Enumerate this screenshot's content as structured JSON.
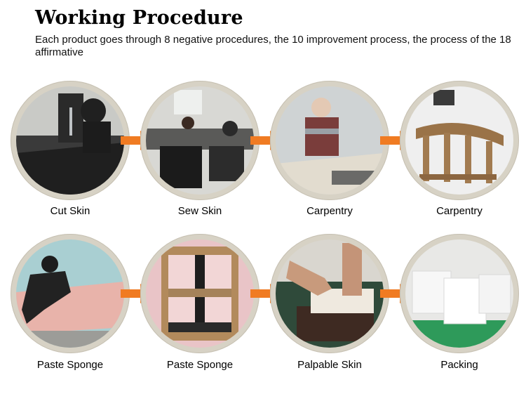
{
  "title": "Working Procedure",
  "subtitle": "Each product goes through 8 negative procedures, the 10 improvement process, the process of the 18 affirmative",
  "steps": [
    {
      "label": "Cut Skin"
    },
    {
      "label": "Sew Skin"
    },
    {
      "label": "Carpentry"
    },
    {
      "label": "Carpentry"
    },
    {
      "label": "Paste Sponge"
    },
    {
      "label": "Paste Sponge"
    },
    {
      "label": "Palpable Skin"
    },
    {
      "label": "Packing"
    }
  ],
  "colors": {
    "arrow": "#f07b22",
    "ring": "#d7d2c5"
  }
}
